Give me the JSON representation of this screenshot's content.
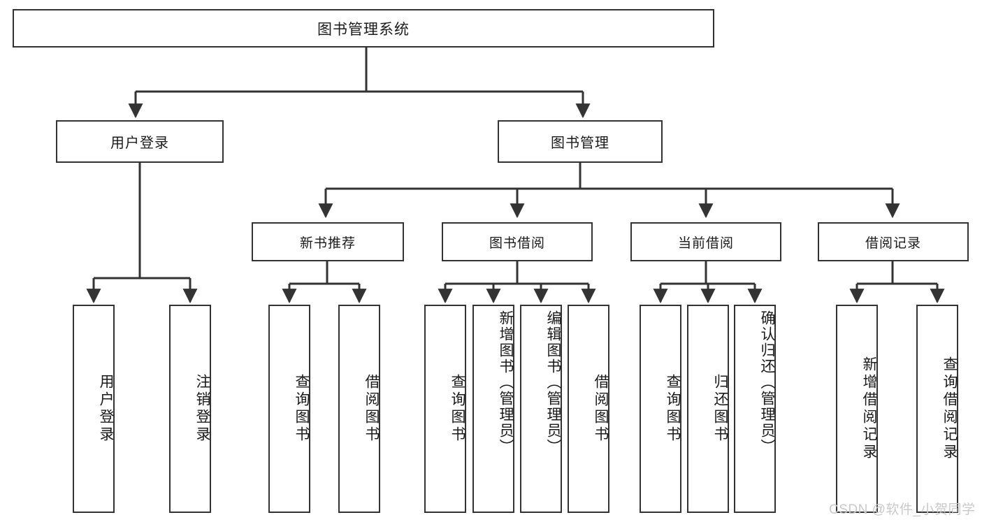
{
  "diagram": {
    "type": "tree",
    "title": "图书管理系统",
    "orientation": "top-down",
    "colors": {
      "box_border": "#333333",
      "box_fill": "#ffffff",
      "edge": "#333333",
      "text": "#1a1a1a",
      "watermark": "#c9c9c9"
    },
    "root": {
      "label": "图书管理系统"
    },
    "level1": [
      {
        "id": "user-login",
        "label": "用户登录"
      },
      {
        "id": "book-manage",
        "label": "图书管理"
      }
    ],
    "level2": [
      {
        "id": "new-book-rec",
        "label": "新书推荐",
        "parent": "book-manage"
      },
      {
        "id": "book-borrow",
        "label": "图书借阅",
        "parent": "book-manage"
      },
      {
        "id": "current-borrow",
        "label": "当前借阅",
        "parent": "book-manage"
      },
      {
        "id": "borrow-record",
        "label": "借阅记录",
        "parent": "book-manage"
      }
    ],
    "leaves": {
      "user-login": [
        {
          "id": "leaf-user-login",
          "label": "用户登录"
        },
        {
          "id": "leaf-user-logout",
          "label": "注销登录"
        }
      ],
      "new-book-rec": [
        {
          "id": "leaf-query-book-1",
          "label": "查询图书"
        },
        {
          "id": "leaf-borrow-book-1",
          "label": "借阅图书"
        }
      ],
      "book-borrow": [
        {
          "id": "leaf-query-book-2",
          "label": "查询图书"
        },
        {
          "id": "leaf-add-book",
          "label": "新增图书（管理员）"
        },
        {
          "id": "leaf-edit-book",
          "label": "编辑图书（管理员）"
        },
        {
          "id": "leaf-borrow-book-2",
          "label": "借阅图书"
        }
      ],
      "current-borrow": [
        {
          "id": "leaf-query-book-3",
          "label": "查询图书"
        },
        {
          "id": "leaf-return-book",
          "label": "归还图书"
        },
        {
          "id": "leaf-confirm-return",
          "label": "确认归还（管理员）"
        }
      ],
      "borrow-record": [
        {
          "id": "leaf-add-record",
          "label": "新增借阅记录"
        },
        {
          "id": "leaf-query-record",
          "label": "查询借阅记录"
        }
      ]
    }
  },
  "watermark": {
    "text": "CSDN @软件_小贺同学"
  }
}
